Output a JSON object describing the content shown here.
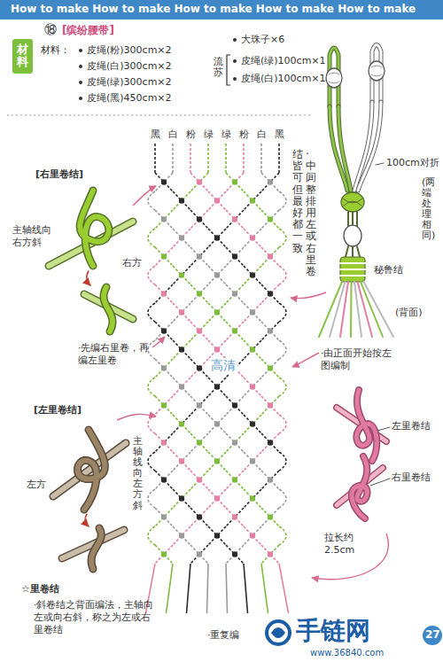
{
  "diagram": {
    "title": "[缤纷腰带]",
    "nodes": [
      {
        "text": [
          "材料"
        ]
      }
    ],
    "labels": [
      "How to make How to make How to make How to make How to make",
      "⑱",
      "材料：",
      "皮绳(粉)300cm×2",
      "皮绳(白)300cm×2",
      "皮绳(绿)300cm×2",
      "皮绳(黑)450cm×2",
      "大珠子×6",
      "流苏",
      "皮绳(绿)100cm×1",
      "皮绳(白)100cm×1",
      "黑",
      "白",
      "粉",
      "绿",
      "绿",
      "粉",
      "白",
      "黑",
      "[右里卷结]",
      "主轴线向右方斜",
      "右方",
      "·先编右里卷，再编左里卷",
      "[左里卷结]",
      "左方",
      "主轴线向左方斜",
      "☆里卷结",
      "·斜卷结之背面编法，主轴向左或向右斜，称之为左或右里卷结",
      "·中间整排用左或右里卷结皆可，但最好都一致",
      "100cm对折",
      "(两端处理相同)",
      "秘鲁结",
      "(背面)",
      "·由正面开始按左图编制",
      "左里卷结",
      "右里卷结",
      "拉长约 2.5cm",
      "·重复编",
      "高清",
      "手链网",
      "www.36840.com",
      "27"
    ]
  }
}
